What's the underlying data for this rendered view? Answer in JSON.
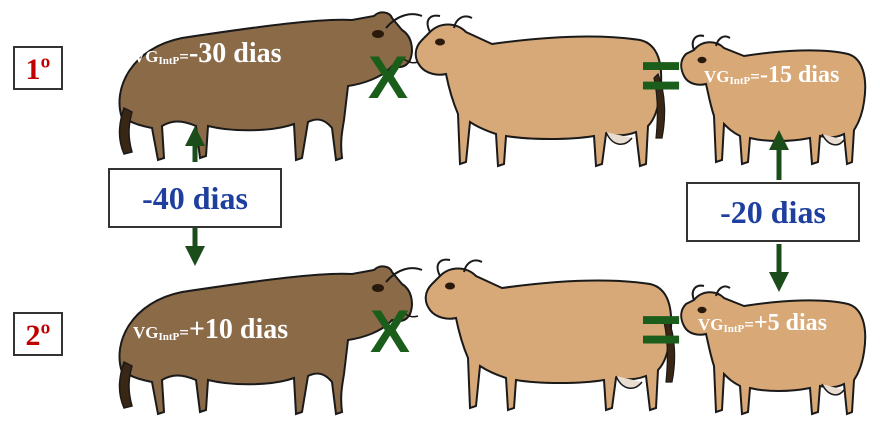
{
  "rows": [
    {
      "rank": "1º",
      "sire": {
        "vg_prefix": "VG",
        "vg_sub": "IntP",
        "vg_eq": "=",
        "value": "-30 dias"
      },
      "cross_symbol": "X",
      "equals_symbol": "=",
      "offspring": {
        "vg_prefix": "VG",
        "vg_sub": "IntP",
        "vg_eq": "=",
        "value": "-15 dias"
      }
    },
    {
      "rank": "2º",
      "sire": {
        "vg_prefix": "VG",
        "vg_sub": "IntP",
        "vg_eq": "=",
        "value": "+10 dias"
      },
      "cross_symbol": "X",
      "equals_symbol": "=",
      "offspring": {
        "vg_prefix": "VG",
        "vg_sub": "IntP",
        "vg_eq": "=",
        "value": "+5 dias"
      }
    }
  ],
  "differences": {
    "sires": "-40 dias",
    "offspring": "-20 dias"
  },
  "colors": {
    "bull": "#8b6a47",
    "cow": "#d7a878",
    "calf": "#d9a877",
    "outline": "#1a1a1a",
    "arrow": "#1b4d1b",
    "rank_text": "#c00000",
    "diff_text": "#1f3f9f",
    "symbol": "#1b5e1b"
  }
}
